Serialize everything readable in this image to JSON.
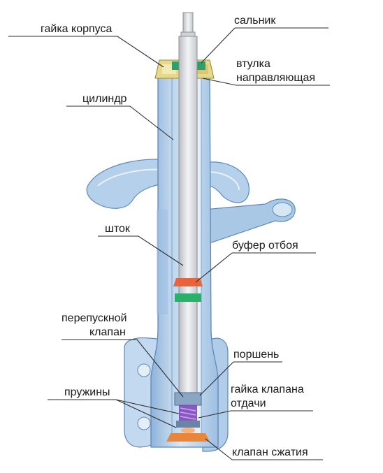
{
  "labels": {
    "body_nut": "гайка корпуса",
    "oil_seal": "сальник",
    "guide_bushing_l1": "втулка",
    "guide_bushing_l2": "направляющая",
    "cylinder": "цилиндр",
    "rod": "шток",
    "rebound_buffer": "буфер отбоя",
    "bypass_valve_l1": "перепускной",
    "bypass_valve_l2": "клапан",
    "piston": "поршень",
    "rebound_valve_nut_l1": "гайка клапана",
    "rebound_valve_nut_l2": "отдачи",
    "springs": "пружины",
    "compression_valve": "клапан сжатия"
  },
  "colors": {
    "body_light": "#d6e6f4",
    "body_mid": "#a9c8e6",
    "body_edge": "#5f89b8",
    "rod": "#e4e6e9",
    "buffer_orange": "#e8643c",
    "buffer_green": "#29b06a",
    "seal_green": "#2e9e6a",
    "nut_yellow": "#e8d98a",
    "spring_purple": "#7b3fb6",
    "valve_orange": "#e8873c"
  }
}
